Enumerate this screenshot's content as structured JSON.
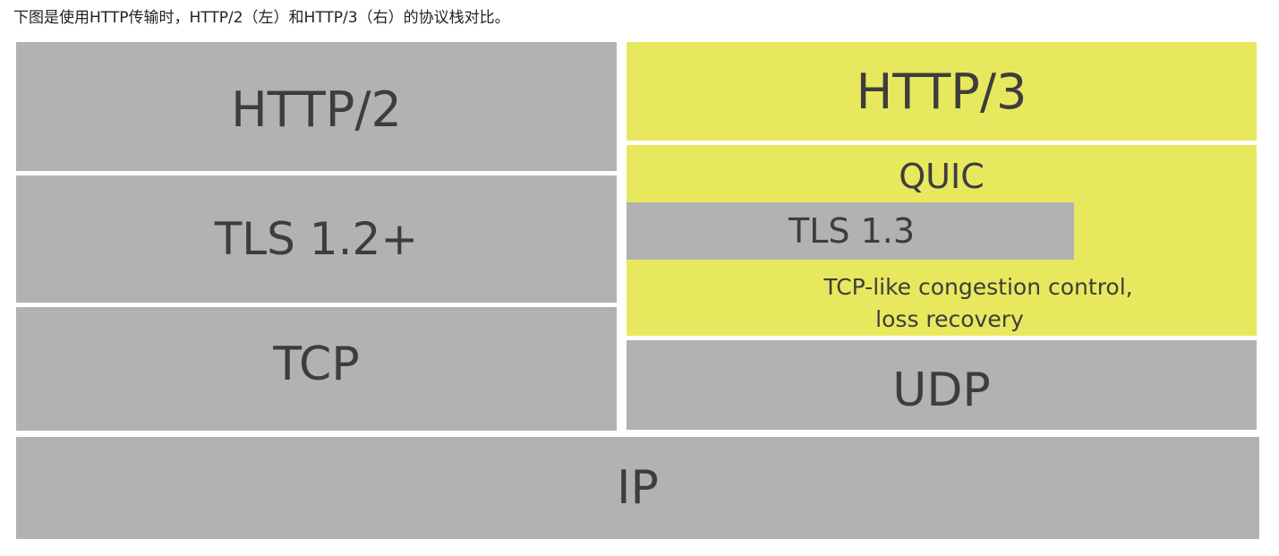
{
  "caption": "下图是使用HTTP传输时，HTTP/2（左）和HTTP/3（右）的协议栈对比。",
  "http2_stack": {
    "application": "HTTP/2",
    "security": "TLS 1.2+",
    "transport": "TCP"
  },
  "http3_stack": {
    "application": "HTTP/3",
    "quic": {
      "label": "QUIC",
      "security": "TLS 1.3",
      "feature_line1": "TCP-like congestion control,",
      "feature_line2": "loss recovery"
    },
    "transport": "UDP"
  },
  "shared": {
    "network": "IP"
  },
  "colors": {
    "gray": "#b2b2b2",
    "yellow": "#e8e85e",
    "text": "#3d3d3d"
  }
}
